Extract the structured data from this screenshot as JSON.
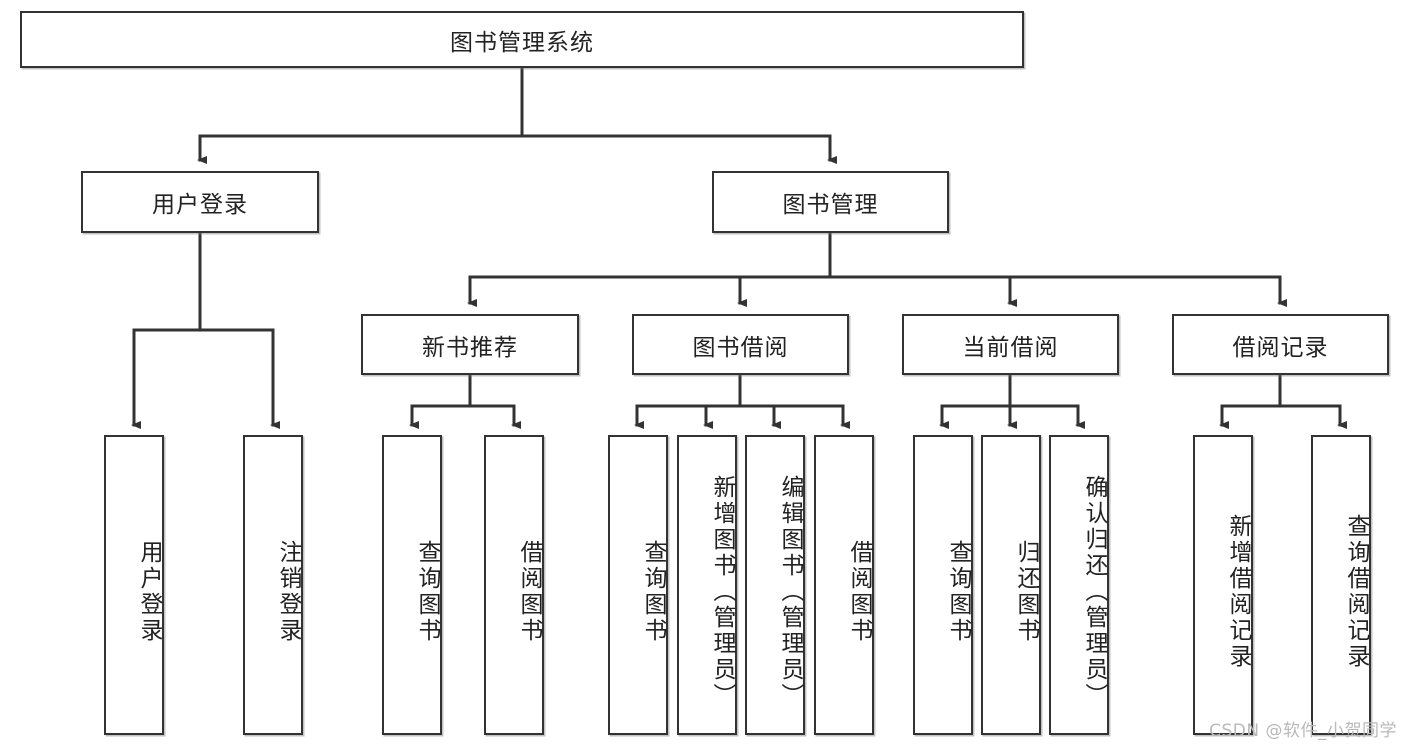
{
  "diagram": {
    "type": "tree",
    "title": "图书管理系统",
    "watermark": "CSDN @软件_小贺同学",
    "colors": {
      "box_border": "#333333",
      "box_fill": "#ffffff",
      "connector": "#333333",
      "text": "#222222",
      "watermark": "#b9b9b9"
    },
    "levels": {
      "root": {
        "label": "图书管理系统"
      },
      "level2": [
        {
          "label": "用户登录"
        },
        {
          "label": "图书管理"
        }
      ],
      "level3": [
        {
          "label": "新书推荐"
        },
        {
          "label": "图书借阅"
        },
        {
          "label": "当前借阅"
        },
        {
          "label": "借阅记录"
        }
      ],
      "leaves": {
        "user_login": [
          {
            "label": "用户登录"
          },
          {
            "label": "注销登录"
          }
        ],
        "new_book_recommend": [
          {
            "label": "查询图书"
          },
          {
            "label": "借阅图书"
          }
        ],
        "book_borrow": [
          {
            "label": "查询图书"
          },
          {
            "label": "新增图书（管理员）"
          },
          {
            "label": "编辑图书（管理员）"
          },
          {
            "label": "借阅图书"
          }
        ],
        "current_borrow": [
          {
            "label": "查询图书"
          },
          {
            "label": "归还图书"
          },
          {
            "label": "确认归还（管理员）"
          }
        ],
        "borrow_record": [
          {
            "label": "新增借阅记录"
          },
          {
            "label": "查询借阅记录"
          }
        ]
      }
    }
  }
}
